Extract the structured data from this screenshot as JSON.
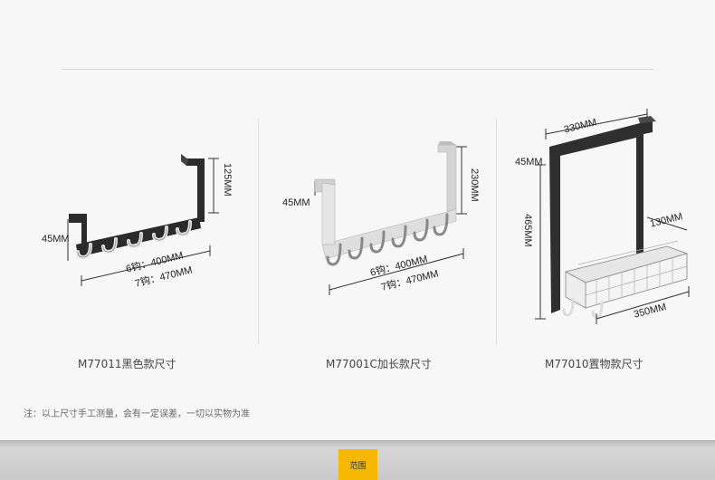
{
  "products": [
    {
      "caption": "M77011黑色款尺寸",
      "dims": {
        "height": "125MM",
        "depth": "45MM",
        "hooks6": "6钩：400MM",
        "hooks7": "7钩：470MM"
      },
      "color": "#2b2b2b"
    },
    {
      "caption": "M77001C加长款尺寸",
      "dims": {
        "height": "230MM",
        "depth": "45MM",
        "hooks6": "6钩：400MM",
        "hooks7": "7钩：470MM"
      },
      "color": "#c9c9c9"
    },
    {
      "caption": "M77010置物款尺寸",
      "dims": {
        "width": "330MM",
        "depth": "45MM",
        "height": "465MM",
        "basket_depth": "130MM",
        "basket_width": "350MM"
      },
      "color": "#2f2f2f"
    }
  ],
  "note": "注：以上尺寸手工测量，会有一定误差，一切以实物为准",
  "tag": "范围"
}
